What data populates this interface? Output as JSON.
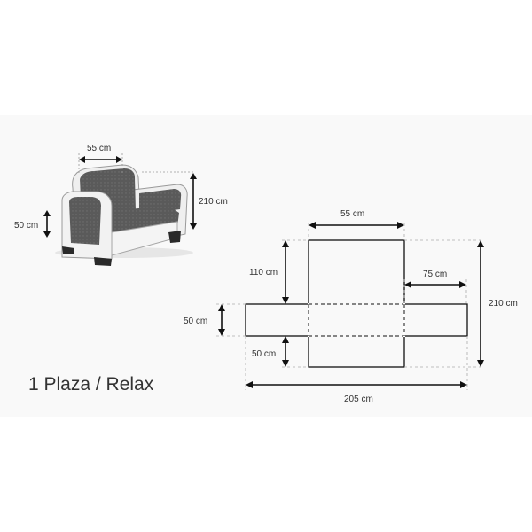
{
  "title": "1 Plaza / Relax",
  "sofa_labels": {
    "seat_width": "55 cm",
    "arm_height": "50 cm",
    "total_length": "210 cm"
  },
  "pattern_labels": {
    "top_width": "55 cm",
    "back_height": "110 cm",
    "arm_width": "75 cm",
    "total_height": "210 cm",
    "arm_height": "50 cm",
    "seat_front_height": "50 cm",
    "total_width": "205 cm"
  },
  "colors": {
    "cover": "#5c5c5c",
    "line": "#111111",
    "dashed": "#aaaaaa"
  }
}
